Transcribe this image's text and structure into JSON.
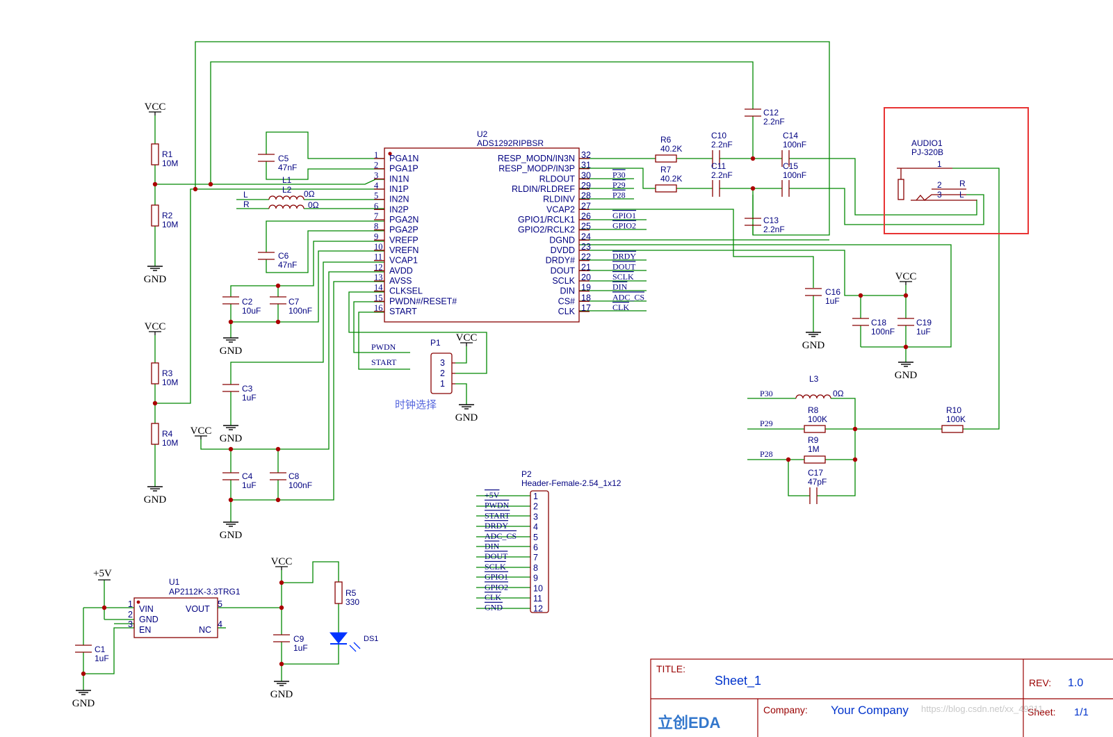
{
  "colors": {
    "wire": "#008800",
    "part": "#880000",
    "text": "#000080",
    "highlight": "#e83333",
    "title_value": "#0033cc"
  },
  "ic": {
    "designator": "U2",
    "part": "ADS1292RIPBSR",
    "left_pins": [
      {
        "num": "1",
        "name": "PGA1N"
      },
      {
        "num": "2",
        "name": "PGA1P"
      },
      {
        "num": "3",
        "name": "IN1N"
      },
      {
        "num": "4",
        "name": "IN1P"
      },
      {
        "num": "5",
        "name": "IN2N"
      },
      {
        "num": "6",
        "name": "IN2P"
      },
      {
        "num": "7",
        "name": "PGA2N"
      },
      {
        "num": "8",
        "name": "PGA2P"
      },
      {
        "num": "9",
        "name": "VREFP"
      },
      {
        "num": "10",
        "name": "VREFN"
      },
      {
        "num": "11",
        "name": "VCAP1"
      },
      {
        "num": "12",
        "name": "AVDD",
        "red": true
      },
      {
        "num": "13",
        "name": "AVSS",
        "black": true
      },
      {
        "num": "14",
        "name": "CLKSEL"
      },
      {
        "num": "15",
        "name": "PWDN#/RESET#"
      },
      {
        "num": "16",
        "name": "START"
      }
    ],
    "right_pins": [
      {
        "num": "32",
        "name": "RESP_MODN/IN3N"
      },
      {
        "num": "31",
        "name": "RESP_MODP/IN3P"
      },
      {
        "num": "30",
        "name": "RLDOUT",
        "net": "P30"
      },
      {
        "num": "29",
        "name": "RLDIN/RLDREF",
        "net": "P29"
      },
      {
        "num": "28",
        "name": "RLDINV",
        "net": "P28"
      },
      {
        "num": "27",
        "name": "VCAP2"
      },
      {
        "num": "26",
        "name": "GPIO1/RCLK1",
        "net": "GPIO1"
      },
      {
        "num": "25",
        "name": "GPIO2/RCLK2",
        "net": "GPIO2"
      },
      {
        "num": "24",
        "name": "DGND",
        "black": true
      },
      {
        "num": "23",
        "name": "DVDD",
        "red": true
      },
      {
        "num": "22",
        "name": "DRDY#",
        "net": "DRDY"
      },
      {
        "num": "21",
        "name": "DOUT",
        "net": "DOUT"
      },
      {
        "num": "20",
        "name": "SCLK",
        "net": "SCLK"
      },
      {
        "num": "19",
        "name": "DIN",
        "net": "DIN"
      },
      {
        "num": "18",
        "name": "CS#",
        "net": "ADC_CS"
      },
      {
        "num": "17",
        "name": "CLK",
        "net": "CLK"
      }
    ]
  },
  "power": {
    "vcc": "VCC",
    "gnd": "GND",
    "p5v": "+5V"
  },
  "parts": {
    "r1": {
      "ref": "R1",
      "val": "10M"
    },
    "r2": {
      "ref": "R2",
      "val": "10M"
    },
    "r3": {
      "ref": "R3",
      "val": "10M"
    },
    "r4": {
      "ref": "R4",
      "val": "10M"
    },
    "c5": {
      "ref": "C5",
      "val": "47nF"
    },
    "c6": {
      "ref": "C6",
      "val": "47nF"
    },
    "l1": {
      "ref": "L1",
      "val": "0Ω"
    },
    "l2": {
      "ref": "L2",
      "val": "0Ω"
    },
    "c2": {
      "ref": "C2",
      "val": "10uF"
    },
    "c7": {
      "ref": "C7",
      "val": "100nF"
    },
    "c3": {
      "ref": "C3",
      "val": "1uF"
    },
    "c4": {
      "ref": "C4",
      "val": "1uF"
    },
    "c8": {
      "ref": "C8",
      "val": "100nF"
    },
    "r6": {
      "ref": "R6",
      "val": "40.2K"
    },
    "r7": {
      "ref": "R7",
      "val": "40.2K"
    },
    "c10": {
      "ref": "C10",
      "val": "2.2nF"
    },
    "c11": {
      "ref": "C11",
      "val": "2.2nF"
    },
    "c12": {
      "ref": "C12",
      "val": "2.2nF"
    },
    "c13": {
      "ref": "C13",
      "val": "2.2nF"
    },
    "c14": {
      "ref": "C14",
      "val": "100nF"
    },
    "c15": {
      "ref": "C15",
      "val": "100nF"
    },
    "c16": {
      "ref": "C16",
      "val": "1uF"
    },
    "c18": {
      "ref": "C18",
      "val": "100nF"
    },
    "c19": {
      "ref": "C19",
      "val": "1uF"
    },
    "l3": {
      "ref": "L3",
      "val": "0Ω"
    },
    "r8": {
      "ref": "R8",
      "val": "100K"
    },
    "r9": {
      "ref": "R9",
      "val": "1M"
    },
    "c17": {
      "ref": "C17",
      "val": "47pF"
    },
    "r10": {
      "ref": "R10",
      "val": "100K"
    },
    "u1": {
      "ref": "U1",
      "val": "AP2112K-3.3TRG1",
      "vin": "VIN",
      "gnd": "GND",
      "en": "EN",
      "vout": "VOUT",
      "nc": "NC"
    },
    "c1": {
      "ref": "C1",
      "val": "1uF"
    },
    "c9": {
      "ref": "C9",
      "val": "1uF"
    },
    "r5": {
      "ref": "R5",
      "val": "330"
    },
    "ds1": {
      "ref": "DS1"
    },
    "p1": {
      "ref": "P1",
      "caption": "时钟选择"
    },
    "p2": {
      "ref": "P2",
      "val": "Header-Female-2.54_1x12"
    },
    "audio": {
      "ref": "AUDIO1",
      "val": "PJ-320B",
      "r": "R",
      "l": "L"
    }
  },
  "nets": {
    "l": "L",
    "r": "R",
    "pwdn": "PWDN",
    "start": "START",
    "p30": "P30",
    "p29": "P29",
    "p28": "P28"
  },
  "header_pins": [
    "+5V",
    "PWDN",
    "START",
    "DRDY",
    "ADC_CS",
    "DIN",
    "DOUT",
    "SCLK",
    "GPIO1",
    "GPIO2",
    "CLK",
    "GND"
  ],
  "title_block": {
    "title_label": "TITLE:",
    "title": "Sheet_1",
    "rev_label": "REV:",
    "rev": "1.0",
    "company_label": "Company:",
    "company": "Your Company",
    "sheet_label": "Sheet:",
    "sheet": "1/1",
    "logo": "立创EDA",
    "watermark": "https://blog.csdn.net/xx_49211"
  }
}
